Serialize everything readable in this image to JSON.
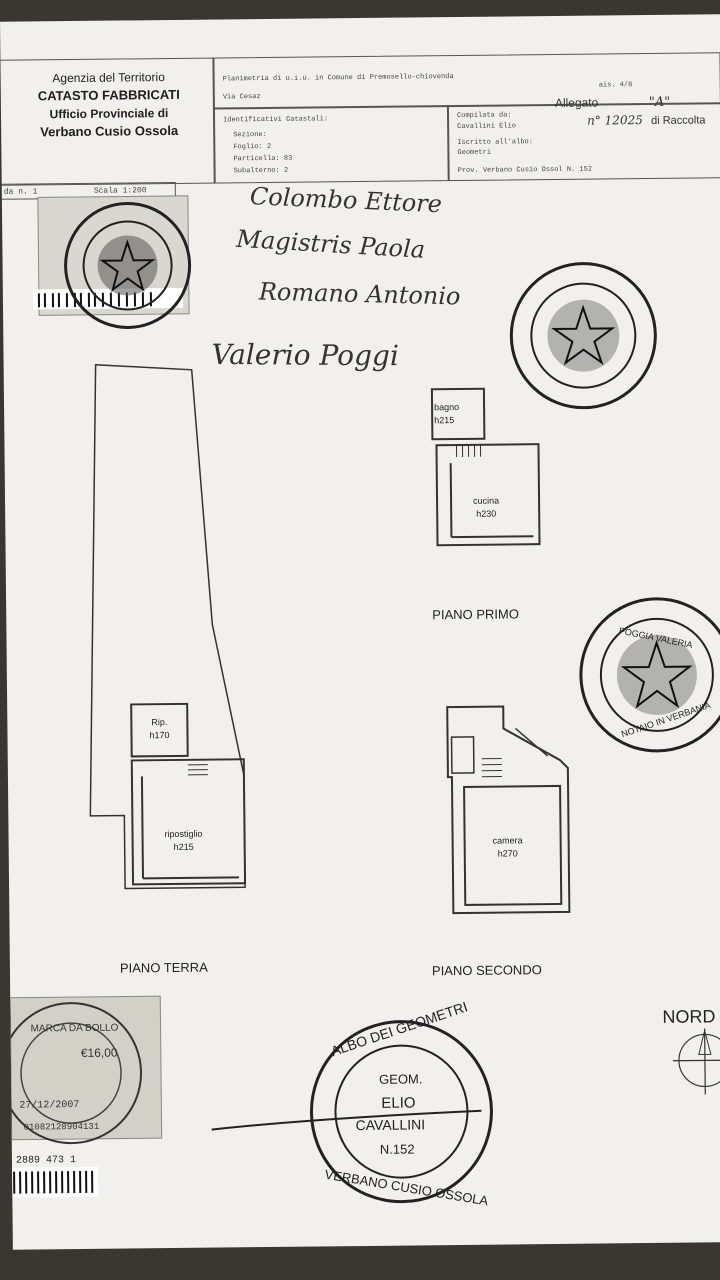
{
  "header": {
    "agency_line1": "Agenzia del Territorio",
    "agency_line2": "CATASTO FABBRICATI",
    "agency_line3": "Ufficio Provinciale di",
    "agency_line4": "Verbano Cusio Ossola",
    "planimetria": "Planimetria di u.i.u. in Comune di Premosello-chiovenda",
    "via": "Via Cesaz",
    "identificativi": "Identificativi Catastali:",
    "sezione": "Sezione:",
    "foglio": "Foglio: 2",
    "particella": "Particella: 83",
    "subalterno": "Subalterno: 2",
    "compilata": "Compilata da:",
    "compilatore": "Cavallini Elio",
    "iscritto": "Iscritto all'albo:",
    "albo": "Geometri",
    "prov": "Prov. Verbano Cusio Ossol N. 152",
    "scheda": "da n. 1",
    "scala": "Scala 1:200",
    "allegato": "Allegato",
    "allegato_letter": "\"A\"",
    "raccolta_num": "n° 12025",
    "raccolta": "di Raccolta",
    "page_ref": "ais. 4/8"
  },
  "signatures": [
    "Colombo Ettore",
    "Magistris Paola",
    "Romano Antonio",
    "Valerio Poggi"
  ],
  "floors": {
    "primo": "PIANO PRIMO",
    "terra": "PIANO TERRA",
    "secondo": "PIANO SECONDO"
  },
  "rooms": {
    "bagno": "bagno",
    "bagno_h": "h215",
    "cucina": "cucina",
    "cucina_h": "h230",
    "rip": "Rip.",
    "rip_h": "h170",
    "ripostiglio": "ripostiglio",
    "ripostiglio_h": "h215",
    "camera": "camera",
    "camera_h": "h270"
  },
  "north": "NORD",
  "stamps": {
    "notary_name": "POGGIA VALERIA",
    "notary_role": "NOTAIO IN VERBANIA",
    "albo_geometri": "ALBO DEI GEOMETRI",
    "albo_name1": "GEOM.",
    "albo_name2": "ELIO",
    "albo_name3": "CAVALLINI",
    "albo_num": "N.152",
    "albo_bottom": "VERBANO CUSIO OSSOLA"
  },
  "marca": {
    "text": "MARCA DA BOLLO",
    "amount": "€16,00",
    "date": "27/12/2007",
    "code": "01082128904131"
  },
  "barcode_num": "2889 473 1"
}
